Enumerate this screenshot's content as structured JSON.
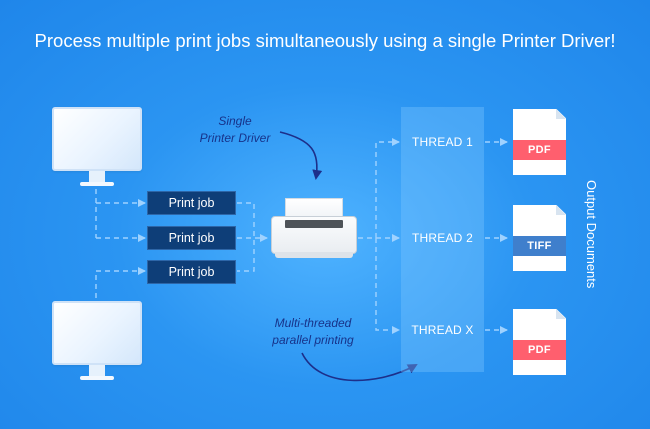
{
  "title": "Process multiple print jobs simultaneously using a single Printer Driver!",
  "print_jobs": [
    "Print job",
    "Print job",
    "Print job"
  ],
  "notes": {
    "driver": [
      "Single",
      "Printer Driver"
    ],
    "parallel": [
      "Multi-threaded",
      "parallel printing"
    ]
  },
  "threads": [
    "THREAD 1",
    "THREAD 2",
    "THREAD X"
  ],
  "documents": [
    {
      "format": "PDF",
      "color": "#ff5f6e"
    },
    {
      "format": "TIFF",
      "color": "#3f7fcc"
    },
    {
      "format": "PDF",
      "color": "#ff5f6e"
    }
  ],
  "output_label": "Output Documents",
  "icons": [
    "computer-monitor-icon",
    "printer-icon",
    "document-icon"
  ]
}
